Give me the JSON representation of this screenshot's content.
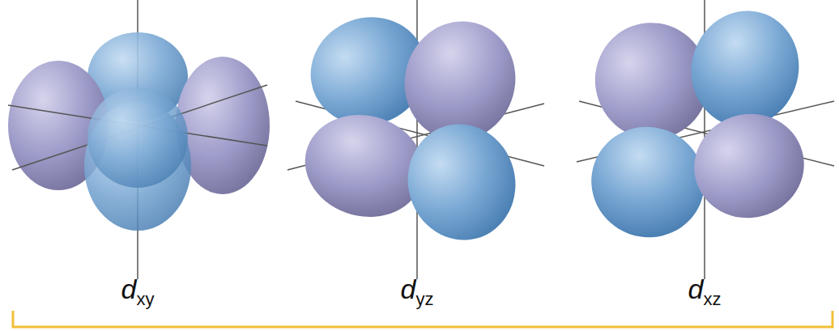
{
  "diagram": {
    "labels": [
      "d",
      "xy",
      "d",
      "yz",
      "d",
      "xz"
    ]
  }
}
